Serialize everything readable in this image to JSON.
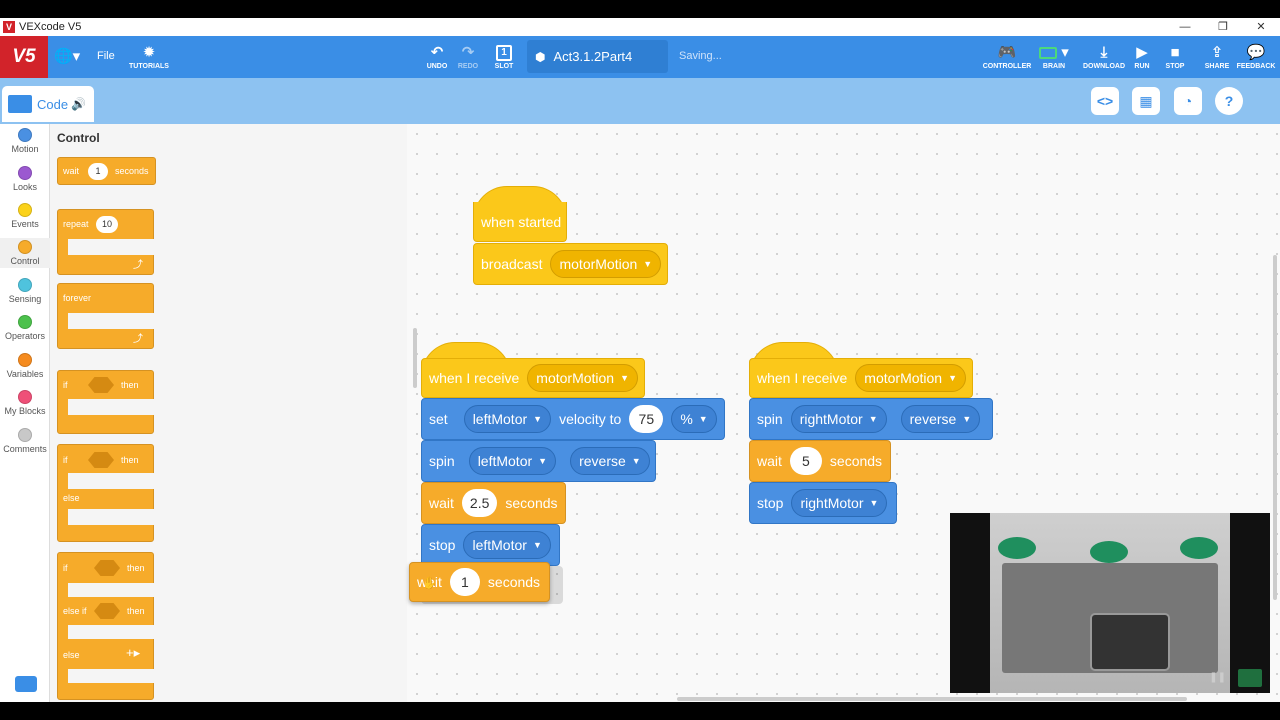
{
  "window": {
    "title": "VEXcode V5",
    "minimize": "—",
    "restore": "❐",
    "close": "✕"
  },
  "toolbar": {
    "brand": "V5",
    "file_label": "File",
    "tutorials_label": "TUTORIALS",
    "undo_label": "UNDO",
    "redo_label": "REDO",
    "slot_label": "SLOT",
    "slot_number": "1",
    "project_name": "Act3.1.2Part4",
    "save_status": "Saving...",
    "controller_label": "CONTROLLER",
    "brain_label": "BRAIN",
    "download_label": "DOWNLOAD",
    "run_label": "RUN",
    "stop_label": "STOP",
    "share_label": "SHARE",
    "feedback_label": "FEEDBACK"
  },
  "code_tab": {
    "label": "Code"
  },
  "categories": [
    {
      "label": "Motion",
      "color": "#4a90e2"
    },
    {
      "label": "Looks",
      "color": "#9b59d0"
    },
    {
      "label": "Events",
      "color": "#fbd21a"
    },
    {
      "label": "Control",
      "color": "#f6ab2a"
    },
    {
      "label": "Sensing",
      "color": "#4fc3dd"
    },
    {
      "label": "Operators",
      "color": "#4cc14c"
    },
    {
      "label": "Variables",
      "color": "#f58b1f"
    },
    {
      "label": "My Blocks",
      "color": "#ef5078"
    },
    {
      "label": "Comments",
      "color": "#c8c8c8"
    }
  ],
  "palette": {
    "title": "Control",
    "wait": {
      "label": "wait",
      "value": "1",
      "unit": "seconds"
    },
    "repeat": {
      "label": "repeat",
      "value": "10"
    },
    "forever": {
      "label": "forever"
    },
    "if_then": {
      "if_label": "if",
      "then_label": "then"
    },
    "if_else": {
      "if_label": "if",
      "then_label": "then",
      "else_label": "else"
    },
    "if_elseif": {
      "if_label": "if",
      "then_label": "then",
      "elseif_label": "else if",
      "elseif_then_label": "then",
      "else_label": "else"
    }
  },
  "stack1": {
    "hat_label": "when started",
    "broadcast_label": "broadcast",
    "broadcast_value": "motorMotion"
  },
  "stack2": {
    "hat_label": "when I receive",
    "hat_value": "motorMotion",
    "set_label": "set",
    "set_motor": "leftMotor",
    "velocity_label": "velocity to",
    "velocity_value": "75",
    "velocity_unit": "%",
    "spin_label": "spin",
    "spin_motor": "leftMotor",
    "spin_dir": "reverse",
    "wait_label": "wait",
    "wait_value": "2.5",
    "wait_unit": "seconds",
    "stop_label": "stop",
    "stop_motor": "leftMotor",
    "dragged_wait_label": "wait",
    "dragged_wait_value": "1",
    "dragged_wait_unit": "seconds"
  },
  "stack3": {
    "hat_label": "when I receive",
    "hat_value": "motorMotion",
    "spin_label": "spin",
    "spin_motor": "rightMotor",
    "spin_dir": "reverse",
    "wait_label": "wait",
    "wait_value": "5",
    "wait_unit": "seconds",
    "stop_label": "stop",
    "stop_motor": "rightMotor"
  }
}
